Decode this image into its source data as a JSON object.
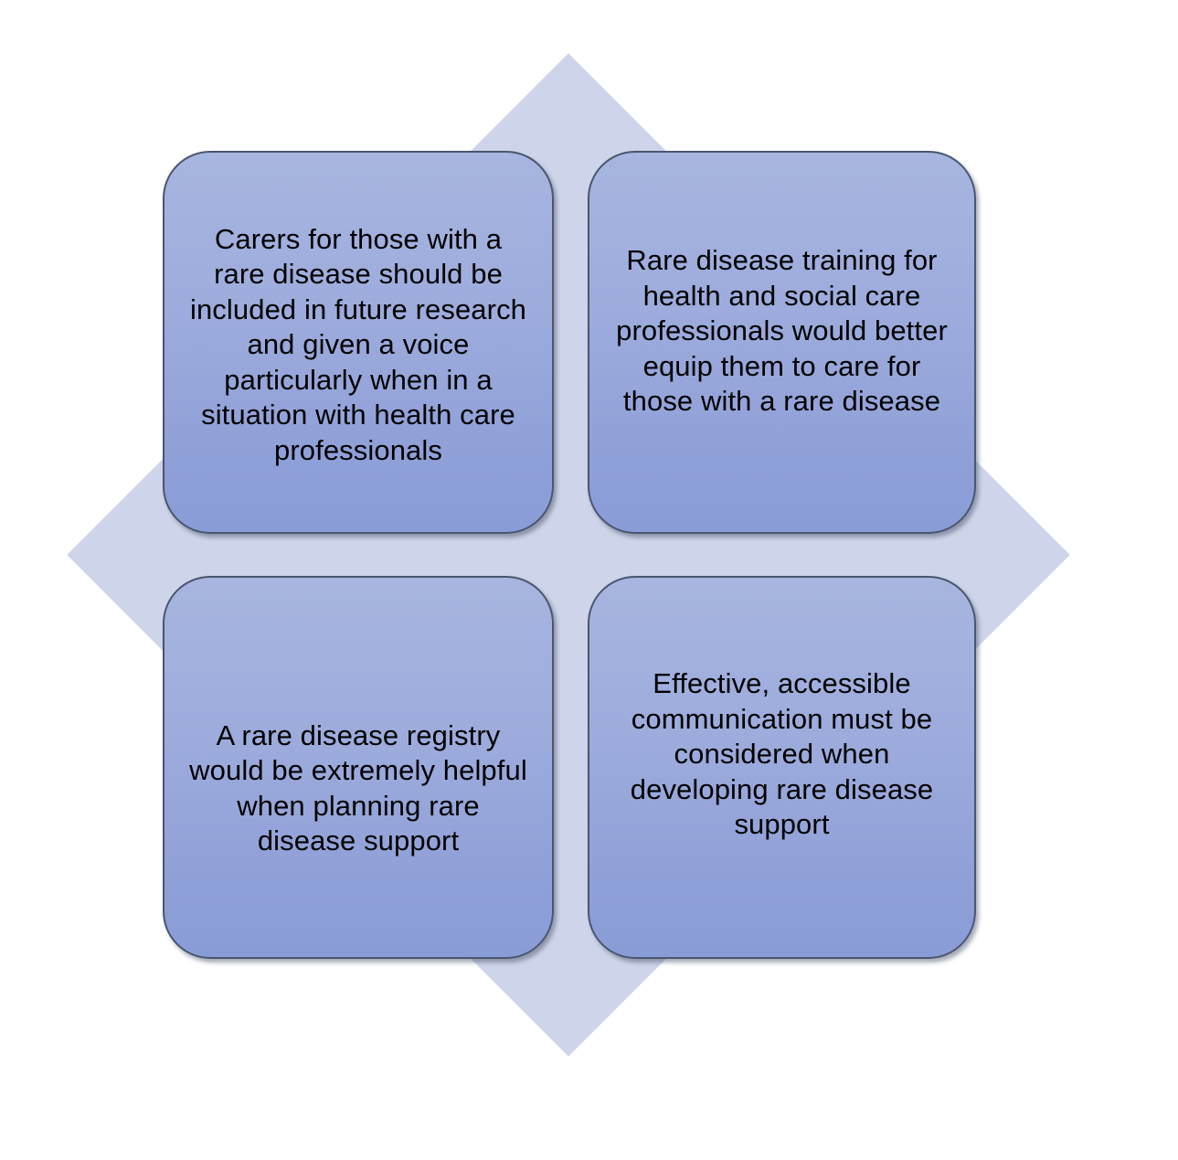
{
  "figure": {
    "type": "quadrant-concept-diagram",
    "background_color": "#ffffff",
    "diamond_color": "#ced5ea",
    "box_gradient_top": "#a8b5e0",
    "box_gradient_bottom": "#8a9cd6",
    "box_border_color": "#49566f",
    "text_color": "#000000"
  },
  "boxes": [
    {
      "position": "top-left",
      "text": "Carers for those with a rare disease should be included in future research and given a voice particularly when in a situation with health care professionals"
    },
    {
      "position": "top-right",
      "text": "Rare disease training for health and social care professionals would better equip them to care for those with a rare disease"
    },
    {
      "position": "bottom-left",
      "text": "A rare disease registry would be extremely helpful when planning rare disease support"
    },
    {
      "position": "bottom-right",
      "text": "Effective, accessible communication must be considered when developing rare disease support"
    }
  ]
}
